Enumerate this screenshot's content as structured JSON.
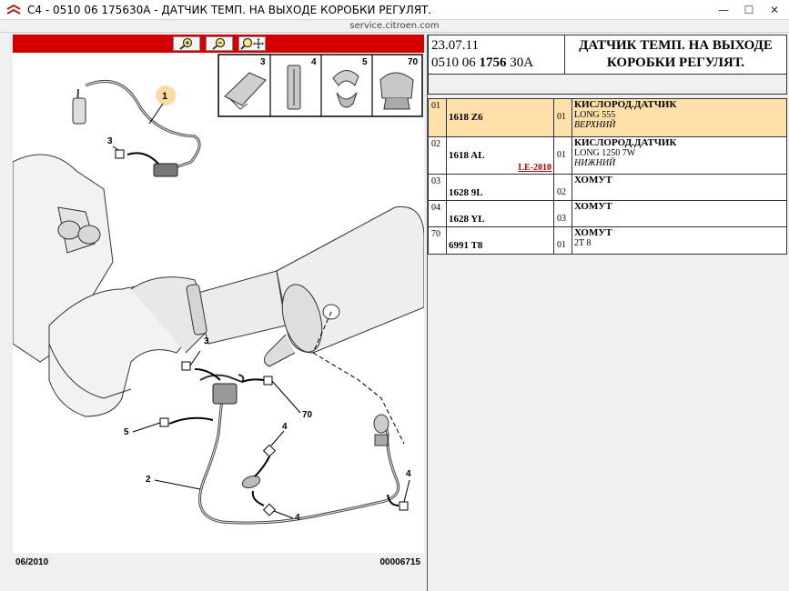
{
  "window": {
    "title": "C4 - 0510 06 175630A - ДАТЧИК ТЕМП. НА ВЫХОДЕ КОРОБКИ РЕГУЛЯТ.",
    "url": "service.citroen.com",
    "minimize_glyph": "—",
    "maximize_glyph": "☐",
    "close_glyph": "✕"
  },
  "toolbar": {
    "zoom_in_icon": "zoom-in-icon",
    "zoom_out_icon": "zoom-out-icon",
    "zoom_pan_icon": "zoom-pan-icon",
    "bar_color": "#d40000"
  },
  "drawing": {
    "thumb_labels": [
      "3",
      "4",
      "5",
      "70"
    ],
    "callouts": {
      "c1": "1",
      "c3a": "3",
      "c3b": "3",
      "c70": "70",
      "c5": "5",
      "c4a": "4",
      "c2": "2",
      "c4b": "4",
      "c4c": "4"
    },
    "date_code": "06/2010",
    "image_code": "00006715"
  },
  "header": {
    "date": "23.07.11",
    "ref_prefix": "0510 06 ",
    "ref_bold": "1756",
    "ref_suffix": " 30A",
    "title": "ДАТЧИК ТЕМП. НА ВЫХОДЕ КОРОБКИ РЕГУЛЯТ."
  },
  "parts": [
    {
      "idx": "01",
      "ref": "1618 Z6",
      "link": "",
      "qty": "01",
      "name": "КИСЛОРОД.ДАТЧИК",
      "line2": "LONG 555",
      "line3": "ВЕРХНИЙ"
    },
    {
      "idx": "02",
      "ref": "1618 AL",
      "link": "LE-2010",
      "qty": "01",
      "name": "КИСЛОРОД.ДАТЧИК",
      "line2": "LONG 1250 7W",
      "line3": "НИЖНИЙ"
    },
    {
      "idx": "03",
      "ref": "1628 9L",
      "link": "",
      "qty": "02",
      "name": "ХОМУТ",
      "line2": "",
      "line3": ""
    },
    {
      "idx": "04",
      "ref": "1628 YL",
      "link": "",
      "qty": "03",
      "name": "ХОМУТ",
      "line2": "",
      "line3": ""
    },
    {
      "idx": "70",
      "ref": "6991 T8",
      "link": "",
      "qty": "01",
      "name": "ХОМУТ",
      "line2": "2T 8",
      "line3": ""
    }
  ],
  "colors": {
    "selected_row": "#ffe0a8",
    "link": "#c00000"
  }
}
